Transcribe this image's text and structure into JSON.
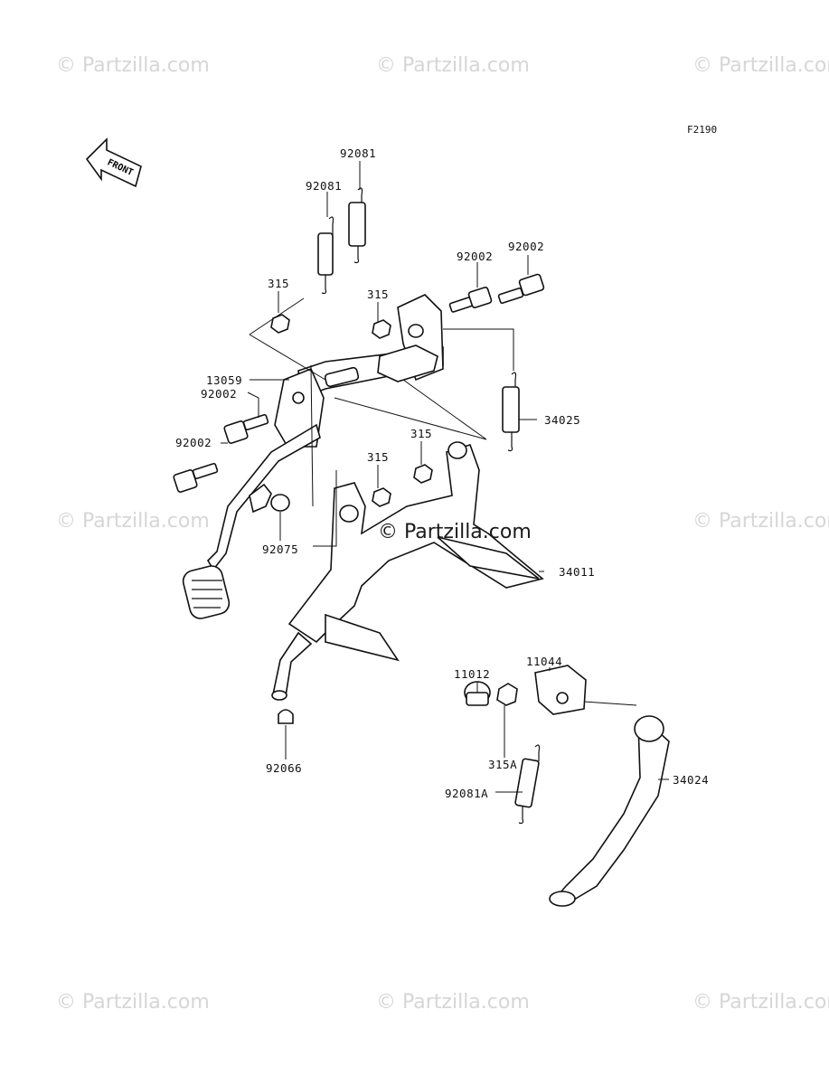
{
  "diagram_code": "F2190",
  "front_arrow_label": "FRONT",
  "watermark_text": "© Partzilla.com",
  "center_watermark": "© Partzilla.com",
  "labels": {
    "p92081_a": "92081",
    "p92081_b": "92081",
    "p92002_a": "92002",
    "p92002_b": "92002",
    "p315_a": "315",
    "p315_b": "315",
    "p13059": "13059",
    "p92002_c": "92002",
    "p92002_d": "92002",
    "p34025": "34025",
    "p315_c": "315",
    "p315_d": "315",
    "p92075": "92075",
    "p34011": "34011",
    "p11012": "11012",
    "p11044": "11044",
    "p34024": "34024",
    "p315A": "315A",
    "p92081A": "92081A",
    "p92066": "92066"
  }
}
